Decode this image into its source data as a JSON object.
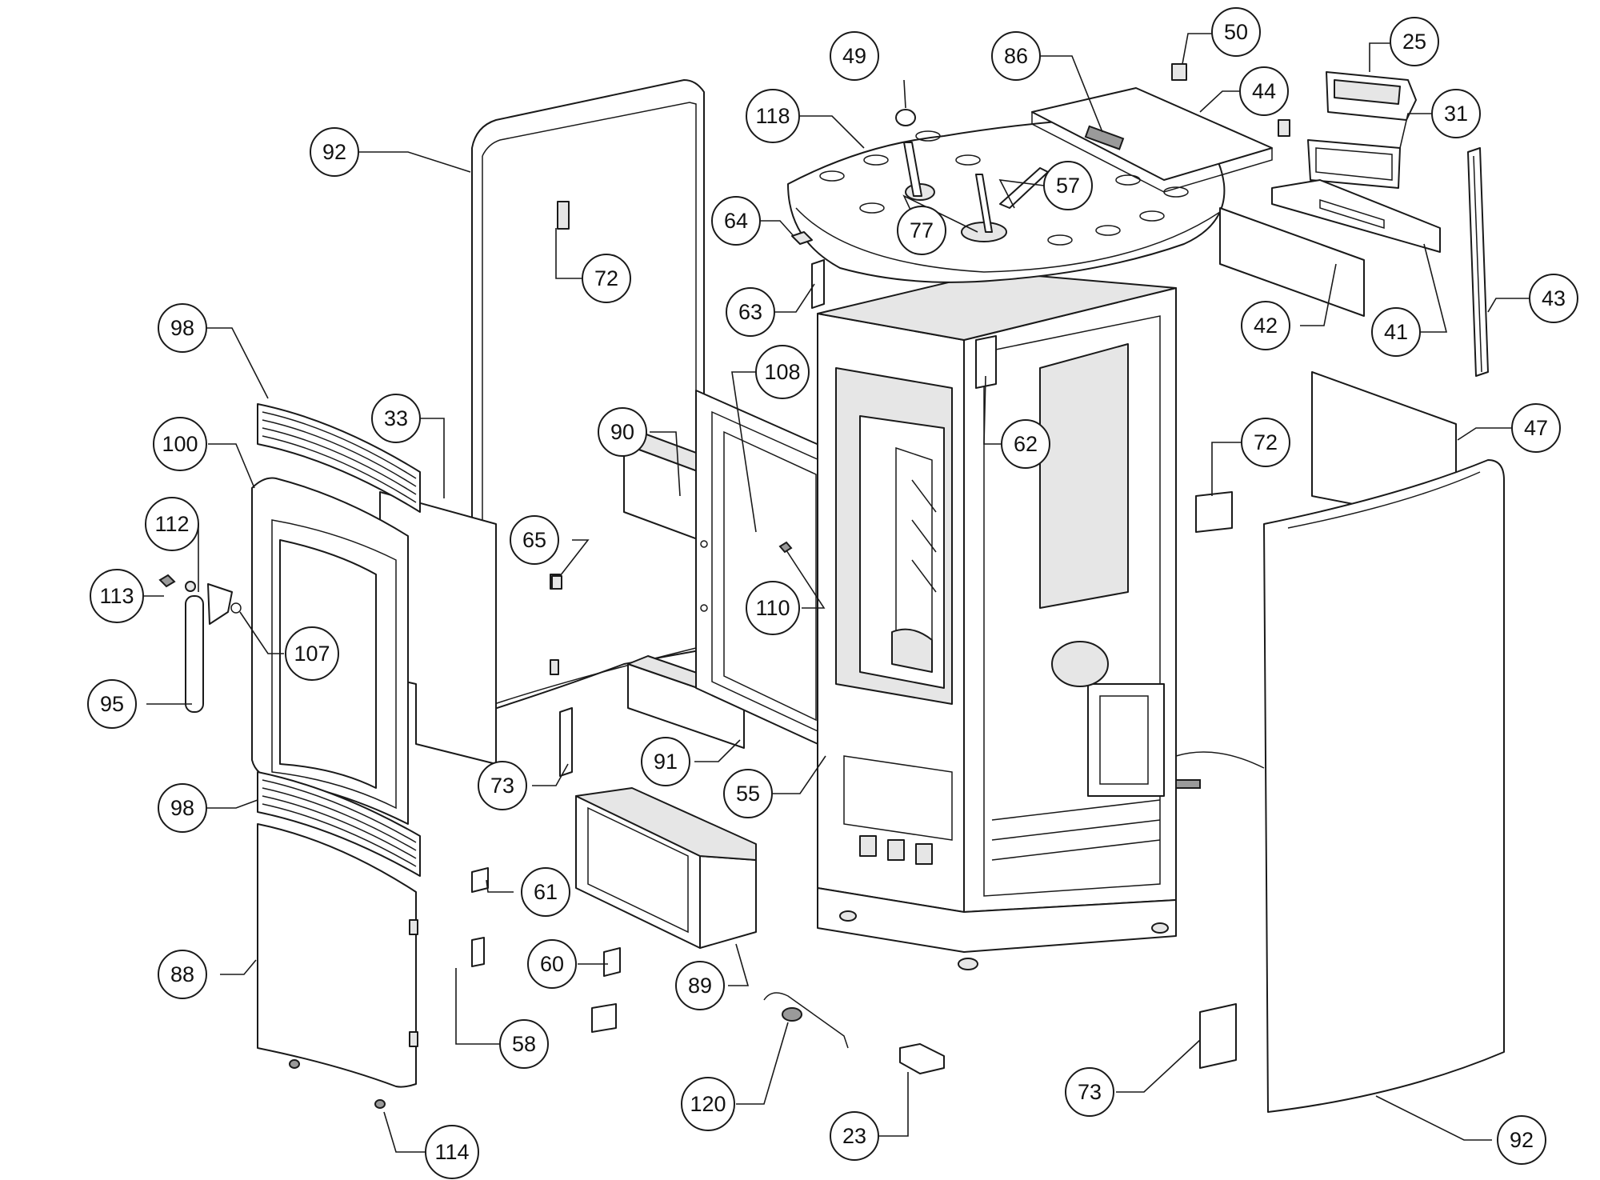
{
  "callouts": [
    {
      "id": "c49",
      "label": "49"
    },
    {
      "id": "c86",
      "label": "86"
    },
    {
      "id": "c50",
      "label": "50"
    },
    {
      "id": "c25",
      "label": "25"
    },
    {
      "id": "c44",
      "label": "44"
    },
    {
      "id": "c31",
      "label": "31"
    },
    {
      "id": "c118",
      "label": "118"
    },
    {
      "id": "c92a",
      "label": "92"
    },
    {
      "id": "c57",
      "label": "57"
    },
    {
      "id": "c77",
      "label": "77"
    },
    {
      "id": "c64",
      "label": "64"
    },
    {
      "id": "c72a",
      "label": "72"
    },
    {
      "id": "c63",
      "label": "63"
    },
    {
      "id": "c43",
      "label": "43"
    },
    {
      "id": "c42",
      "label": "42"
    },
    {
      "id": "c41",
      "label": "41"
    },
    {
      "id": "c98a",
      "label": "98"
    },
    {
      "id": "c108",
      "label": "108"
    },
    {
      "id": "c33",
      "label": "33"
    },
    {
      "id": "c62",
      "label": "62"
    },
    {
      "id": "c47",
      "label": "47"
    },
    {
      "id": "c100",
      "label": "100"
    },
    {
      "id": "c90",
      "label": "90"
    },
    {
      "id": "c72b",
      "label": "72"
    },
    {
      "id": "c112",
      "label": "112"
    },
    {
      "id": "c65",
      "label": "65"
    },
    {
      "id": "c113",
      "label": "113"
    },
    {
      "id": "c110",
      "label": "110"
    },
    {
      "id": "c107",
      "label": "107"
    },
    {
      "id": "c95",
      "label": "95"
    },
    {
      "id": "c91",
      "label": "91"
    },
    {
      "id": "c73a",
      "label": "73"
    },
    {
      "id": "c55",
      "label": "55"
    },
    {
      "id": "c98b",
      "label": "98"
    },
    {
      "id": "c61",
      "label": "61"
    },
    {
      "id": "c60",
      "label": "60"
    },
    {
      "id": "c88",
      "label": "88"
    },
    {
      "id": "c89",
      "label": "89"
    },
    {
      "id": "c58",
      "label": "58"
    },
    {
      "id": "c73b",
      "label": "73"
    },
    {
      "id": "c120",
      "label": "120"
    },
    {
      "id": "c92b",
      "label": "92"
    },
    {
      "id": "c23",
      "label": "23"
    },
    {
      "id": "c114",
      "label": "114"
    }
  ]
}
